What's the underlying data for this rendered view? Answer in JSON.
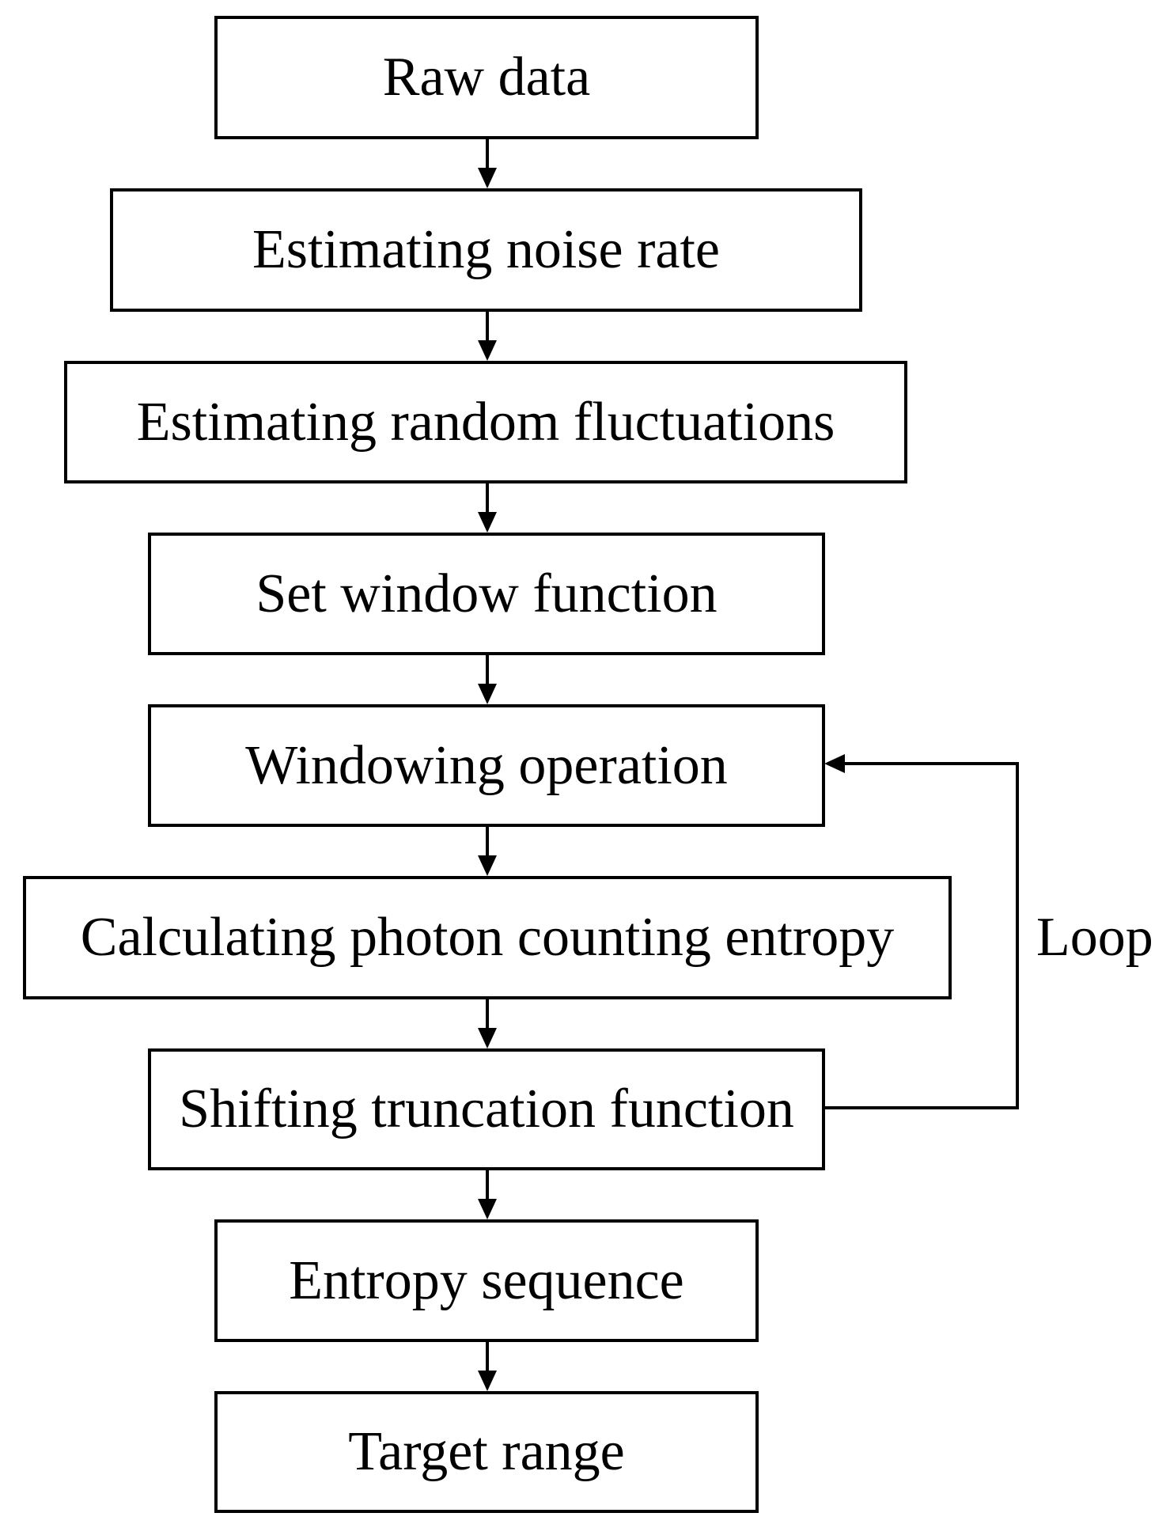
{
  "flowchart": {
    "steps": [
      {
        "id": "raw-data",
        "label": "Raw data"
      },
      {
        "id": "estimating-noise-rate",
        "label": "Estimating noise rate"
      },
      {
        "id": "estimating-random-fluctuations",
        "label": "Estimating random fluctuations"
      },
      {
        "id": "set-window-function",
        "label": "Set window function"
      },
      {
        "id": "windowing-operation",
        "label": "Windowing operation"
      },
      {
        "id": "calculating-photon-counting-entropy",
        "label": "Calculating photon counting entropy"
      },
      {
        "id": "shifting-truncation-function",
        "label": "Shifting truncation function"
      },
      {
        "id": "entropy-sequence",
        "label": "Entropy sequence"
      },
      {
        "id": "target-range",
        "label": "Target range"
      }
    ],
    "loop": {
      "label": "Loop",
      "from": "shifting-truncation-function",
      "to": "windowing-operation"
    }
  }
}
